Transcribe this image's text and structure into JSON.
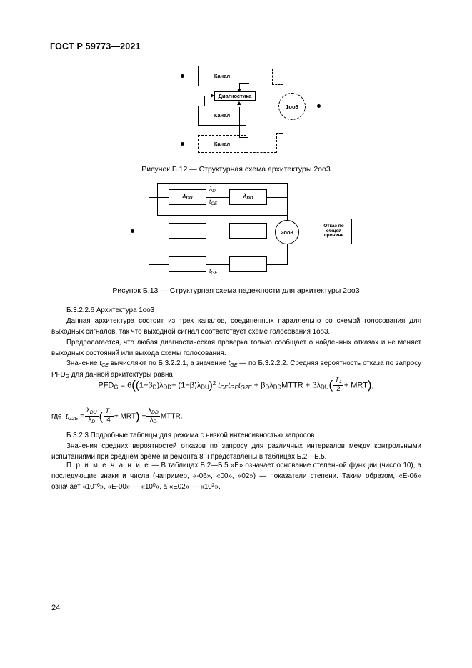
{
  "document": {
    "standard_header": "ГОСТ Р 59773—2021",
    "page_number": "24"
  },
  "figure_b12": {
    "caption": "Рисунок Б.12 — Структурная схема архитектуры 2оо3",
    "boxes": [
      {
        "label": "Канал"
      },
      {
        "label": "Диагностика"
      },
      {
        "label": "Канал"
      },
      {
        "label": "Канал"
      }
    ],
    "voter_label": "1оо3"
  },
  "figure_b13": {
    "caption": "Рисунок Б.13 — Структурная схема надежности для архитектуры 2оо3",
    "labels": {
      "lambda_du": "λ",
      "lambda_du_sub": "DU",
      "lambda_d": "λ",
      "lambda_d_sub": "D",
      "lambda_dd": "λ",
      "lambda_dd_sub": "DD",
      "t_ce_top": "t",
      "t_ce_top_sub": "CE",
      "t_ge_bottom": "t",
      "t_ge_bottom_sub": "GE"
    },
    "voter_label": "2оо3",
    "common_cause_box": "Отказ по общей причине"
  },
  "section_b32226": {
    "heading": "Б.3.2.2.6 Архитектура 1оо3",
    "para1": "Данная архитектура состоит из трех каналов, соединенных параллельно со схемой голосования для выходных сигналов, так что выходной сигнал соответствует схеме голосования 1оо3.",
    "para2": "Предполагается, что любая диагностическая проверка только сообщает о найденных отказах и не меняет выходных состояний или выхода схемы голосования.",
    "para3_a": "Значение ",
    "para3_t_ce": "t",
    "para3_t_ce_sub": "CE",
    "para3_b": " вычисляют по Б.3.2.2.1, а значение ",
    "para3_t_ge": "t",
    "para3_t_ge_sub": "GE",
    "para3_c": " — по Б.3.2.2.2. Средняя вероятность отказа по запросу PFD",
    "para3_pfd_sub": "G",
    "para3_d": " для данной архитектуры равна"
  },
  "formula": {
    "lhs": "PFD",
    "lhs_sub": "G",
    "eq": "=",
    "coef": "6",
    "term1_open": "(",
    "term1_a": "1−β",
    "term1_a_sub": "D",
    "term1_b": ")λ",
    "term1_b_sub": "DD",
    "plus1": "+ (",
    "term2_a": "1−β",
    "term2_b": ")λ",
    "term2_b_sub": "DU",
    "power": "2",
    "t_ce": "t",
    "t_ce_sub": "CE",
    "t_ge": "t",
    "t_ge_sub": "GE",
    "t_g2e": "t",
    "t_g2e_sub": "G2E",
    "plus2": "+ β",
    "beta_d_sub": "D",
    "lambda_dd": "λ",
    "lambda_dd_sub": "DD",
    "mttr": "MTTR",
    "plus3": "+ βλ",
    "lambda_du_sub": "DU",
    "frac_num": "T",
    "frac_num_sub": "1",
    "frac_den": "2",
    "plus4": "+ MRT",
    "tail": ","
  },
  "formula_where": {
    "where_label": "где",
    "lhs": "t",
    "lhs_sub": "G2E",
    "eq": "=",
    "f1_num": "λ",
    "f1_num_sub": "DU",
    "f1_den": "λ",
    "f1_den_sub": "D",
    "p_num": "T",
    "p_num_sub": "1",
    "p_den": "4",
    "p_plus": "+ MRT",
    "plus": "+",
    "f2_num": "λ",
    "f2_num_sub": "DD",
    "f2_den": "λ",
    "f2_den_sub": "D",
    "mttr": "MTTR.",
    "tail": ""
  },
  "section_b323": {
    "heading": "Б.3.2.3 Подробные таблицы для режима с низкой интенсивностью запросов",
    "para1": "Значения средних вероятностей отказов по запросу для различных интервалов между контрольными испытаниями при среднем времени ремонта 8 ч представлены в таблицах Б.2—Б.5."
  },
  "note": {
    "label": "П р и м е ч а н и е",
    "dash": " — ",
    "text_a": "В таблицах Б.2—Б.5 «Е» означает основание степенной функции (число 10), а последующие знаки и числа (например, «-06», «00», «02») — показатели степени. Таким образом, «Е-06» означает «10",
    "exp1": "−6",
    "text_b": "», «Е-00» — «10",
    "exp2": "0",
    "text_c": "», а «Е02» — «10",
    "exp3": "2",
    "text_d": "»."
  },
  "colors": {
    "ink": "#000000",
    "paper": "#ffffff"
  }
}
